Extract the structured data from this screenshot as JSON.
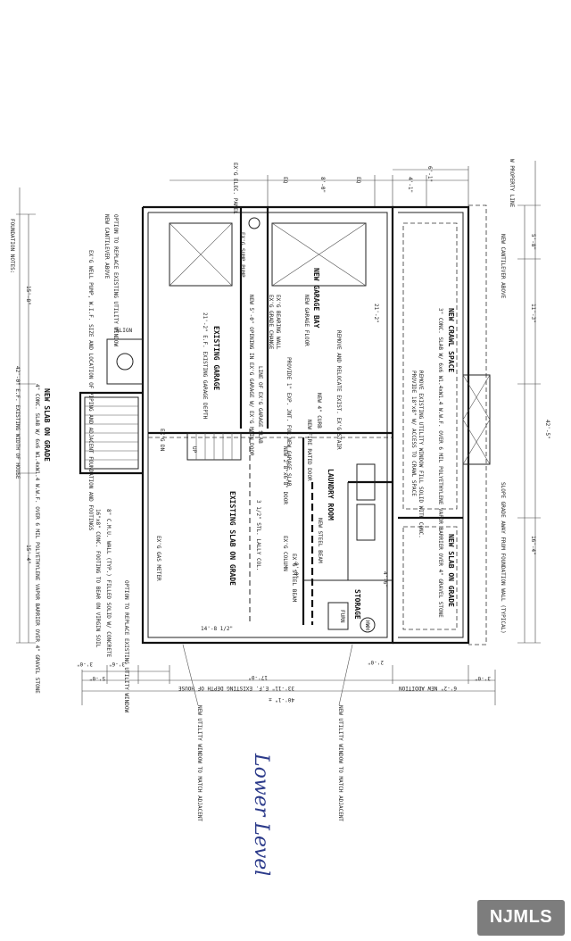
{
  "notes_label": "FOUNDATION NOTES:",
  "hand_label": "Lower Level",
  "logo": "NJMLS",
  "rooms": {
    "new_garage_bay": "NEW GARAGE BAY",
    "existing_garage": "EXISTING GARAGE",
    "new_crawl_space": "NEW CRAWL SPACE",
    "laundry_room": "LAUNDRY ROOM",
    "existing_slab": "EXISTING SLAB ON GRADE",
    "new_slab_on_grade_right": "NEW SLAB ON GRADE",
    "new_slab_on_grade_left": "NEW SLAB ON GRADE",
    "storage": "STORAGE"
  },
  "notes": {
    "option_replace_top": "OPTION TO REPLACE EXISTING UTILITY WINDOW",
    "new_cantilever_above": "NEW CANTILEVER ABOVE",
    "well_pump": "EX'G WELL PUMP, W.I.F. SIZE AND LOCATION OF PIPING AND ADJACENT FOUNDATION AND FOOTINGS",
    "align": "ALIGN",
    "slab_spec_left": "4\" CONC. SLAB W/ 6x6 W1.4xW1.4 W.W.F. OVER 6 MIL POLYETHYLENE VAPOR BARRIER OVER 4\" GRAVEL STONE",
    "existing_width": "42'-0\" E.F. EXISTING WIDTH OF HOUSE",
    "elec_panel": "EX'G ELEC. PANEL",
    "sump_pump": "EX'G SUMP PUMP",
    "garage_floor": "NEW GARAGE FLOOR",
    "existing_garage_depth": "21'-2\" E.F. EXISTING GARAGE DEPTH",
    "bearing_wall": "EX'G BEARING WALL",
    "grade_change": "EX'G GRADE CHANGE",
    "new_opening": "NEW 5'-0\" OPENING IN EX'G GARAGE W/ EX'G MAIN DOOR",
    "line_garage": "LINE OF EX'G GARAGE SLAB",
    "provide_drain": "PROVIDE 1\" EXP. JNT. FOR NEW GARAGE SLAB",
    "remove_relocate": "REMOVE AND RELOCATE EXIST. EX'G STAIR",
    "new_curb": "NEW 4\" CURB",
    "remove_existing": "REMOVE EXISTING UTILITY WINDOW FILL SOLID WITH CONC.",
    "provide_vent": "PROVIDE 18\"x8\" W/ ACCESS TO CRAWL SPACE",
    "crawl_spec": "3\" CONC. SLAB W/ 6x6 W1.4xW1.4 W.W.F. OVER 6 MIL POLYETHYLENE VAPOR BARRIER OVER 4\" GRAVEL STONE",
    "new_fire_door": "NEW FIRE RATED DOOR",
    "stairs": "UP",
    "gas_meter": "EX'G GAS METER",
    "ex_dn": "EX'G DN",
    "steel_beam": "EX'G STEEL BEAM",
    "steel_column": "3 1/2\" STL. LALLY COL.",
    "ex_column": "EX'G COLUMN",
    "new_steel_beam": "NEW STEEL BEAM",
    "new_door": "NEW 2'8\"x6'8\" DOOR",
    "option_replace_bottom": "OPTION TO REPLACE EXISTING UTILITY WINDOW",
    "new_utility_window_left": "NEW UTILITY WINDOW TO MATCH ADJACENT",
    "new_utility_window_right": "NEW UTILITY WINDOW TO MATCH ADJACENT",
    "slope_grade": "SLOPE GRADE AWAY FROM FOUNDATION WALL (TYPICAL)",
    "new_cantilever_right": "NEW CANTILEVER ABOVE",
    "property_line": "W PROPERTY LINE",
    "furn": "FURN",
    "hwh": "HWH",
    "cmu_wall": "8\" C.M.U. WALL (TYP.) FILLED SOLID W/ CONCRETE",
    "footing": "16\"x8\" CONC. FOOTING TO BEAR ON VIRGIN SOIL"
  },
  "dims": {
    "depth_total": "40'-1\" ±",
    "existing_depth": "33'-11\" E.F. EXISTING DEPTH OF HOUSE",
    "new_addition": "6'-2\" NEW ADDITION",
    "d_3_0_a": "3'-0\"",
    "d_3_0_b": "3'-0\"",
    "d_3_6": "3'-6\"",
    "d_5_0": "5'-0\"",
    "d_17_0": "17'-0\"",
    "d_8_0": "8'-0\"",
    "d_14_8": "14'-8 1/2\"",
    "d_2_0": "2'-0\"",
    "d_42_5": "42'-5\"",
    "d_15_8": "15'-8\"",
    "d_11_3": "11'-3\"",
    "d_15_4": "15'-4\"",
    "d_5_8": "5'-8\"",
    "d_4_6": "4'-6\"",
    "d_16_4": "16'-4\"",
    "d_21_2": "21'-2\"",
    "eq_a": "EQ",
    "eq_b": "EQ",
    "d_8_0_top": "8'-0\"",
    "d_6_1": "6'-1\"",
    "d_4_1": "4'-1\""
  }
}
